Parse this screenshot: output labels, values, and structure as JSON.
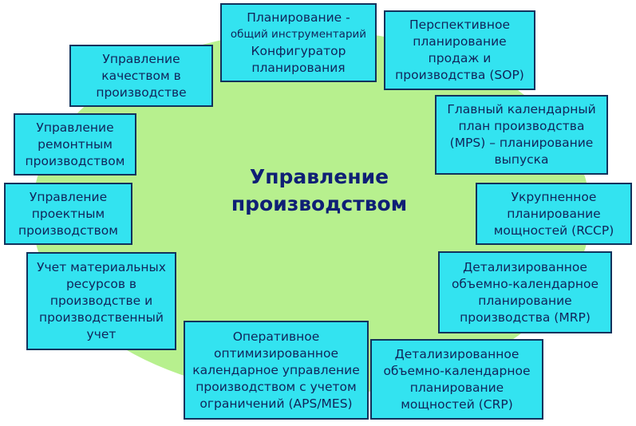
{
  "center": {
    "lines": [
      "Управление",
      "производством"
    ]
  },
  "boxes": {
    "planning_tools": {
      "lines": [
        "Планирование -",
        "общий инструментарий",
        "Конфигуратор",
        "планирования"
      ]
    },
    "sop": {
      "lines": [
        "Перспективное",
        "планирование",
        "продаж и",
        "производства (SOP)"
      ]
    },
    "mps": {
      "lines": [
        "Главный календарный",
        "план производства",
        "(MPS) – планирование",
        "выпуска"
      ]
    },
    "rccp": {
      "lines": [
        "Укрупненное",
        "планирование",
        "мощностей (RCCP)"
      ]
    },
    "mrp": {
      "lines": [
        "Детализированное",
        "объемно-календарное",
        "планирование",
        "производства (MRP)"
      ]
    },
    "crp": {
      "lines": [
        "Детализированное",
        "объемно-календарное",
        "планирование",
        "мощностей (CRP)"
      ]
    },
    "aps_mes": {
      "lines": [
        "Оперативное",
        "оптимизированное",
        "календарное управление",
        "производством с учетом",
        "ограничений (APS/MES)"
      ]
    },
    "materials": {
      "lines": [
        "Учет материальных",
        "ресурсов в",
        "производстве и",
        "производственный",
        "учет"
      ]
    },
    "projects": {
      "lines": [
        "Управление",
        "проектным",
        "производством"
      ]
    },
    "repair": {
      "lines": [
        "Управление",
        "ремонтным",
        "производством"
      ]
    },
    "quality": {
      "lines": [
        "Управление",
        "качеством в",
        "производстве"
      ]
    }
  },
  "colors": {
    "box_fill": "#33e3f0",
    "box_border": "#12325c",
    "ellipse_fill": "#b7f08e",
    "title_color": "#0f1f75"
  }
}
